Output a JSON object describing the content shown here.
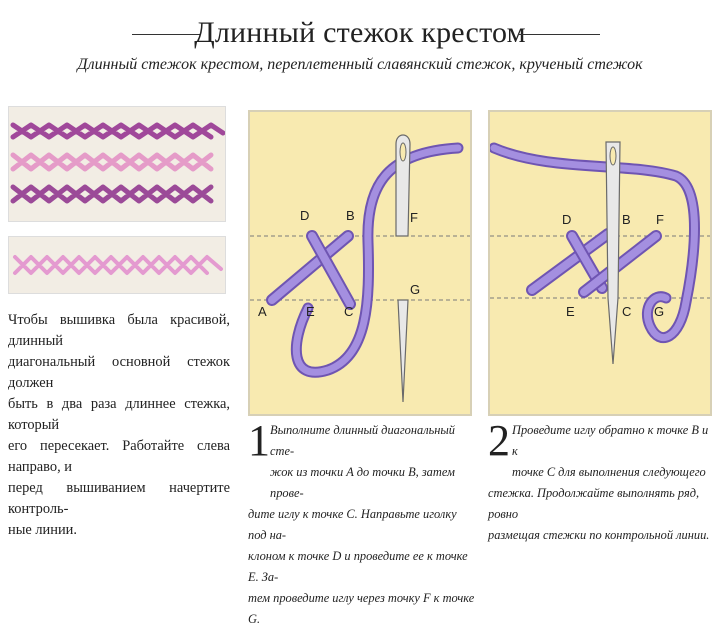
{
  "header": {
    "title": "Длинный стежок крестом",
    "subtitle": "Длинный стежок крестом, переплетенный славянский стежок, крученый стежок"
  },
  "intro": {
    "lines": [
      "Чтобы вышивка была красивой, длинный",
      "диагональный основной стежок должен",
      "быть в два раза длиннее стежка, который",
      "его пересекает. Работайте слева направо, и",
      "перед вышиванием начертите контроль-",
      "ные линии."
    ]
  },
  "panel1": {
    "labels": {
      "a": "A",
      "b": "B",
      "c": "C",
      "d": "D",
      "e": "E",
      "f": "F",
      "g": "G"
    },
    "step_number": "1",
    "text_lines": [
      "Выполните длинный диагональный сте-",
      "жок из точки A до точки B, затем прове-",
      "дите иглу к точке C. Направьте иголку под на-",
      "клоном к точке D и проведите ее к точке E. За-",
      "тем проведите иглу через точку F к точке G."
    ]
  },
  "panel2": {
    "labels": {
      "d": "D",
      "b": "B",
      "f": "F",
      "e": "E",
      "c": "C",
      "g": "G"
    },
    "step_number": "2",
    "text_lines": [
      "Проведите иглу обратно к точке B и к",
      "точке C для выполнения следующего",
      "стежка. Продолжайте выполнять ряд, ровно",
      "размещая стежки по контрольной линии."
    ]
  },
  "colors": {
    "panel_bg": "#f8eab0",
    "thread": "#9a7fd6",
    "thread_dark": "#6f55b2",
    "sample_purple": "#a0489a",
    "sample_pink": "#e59bc8"
  }
}
